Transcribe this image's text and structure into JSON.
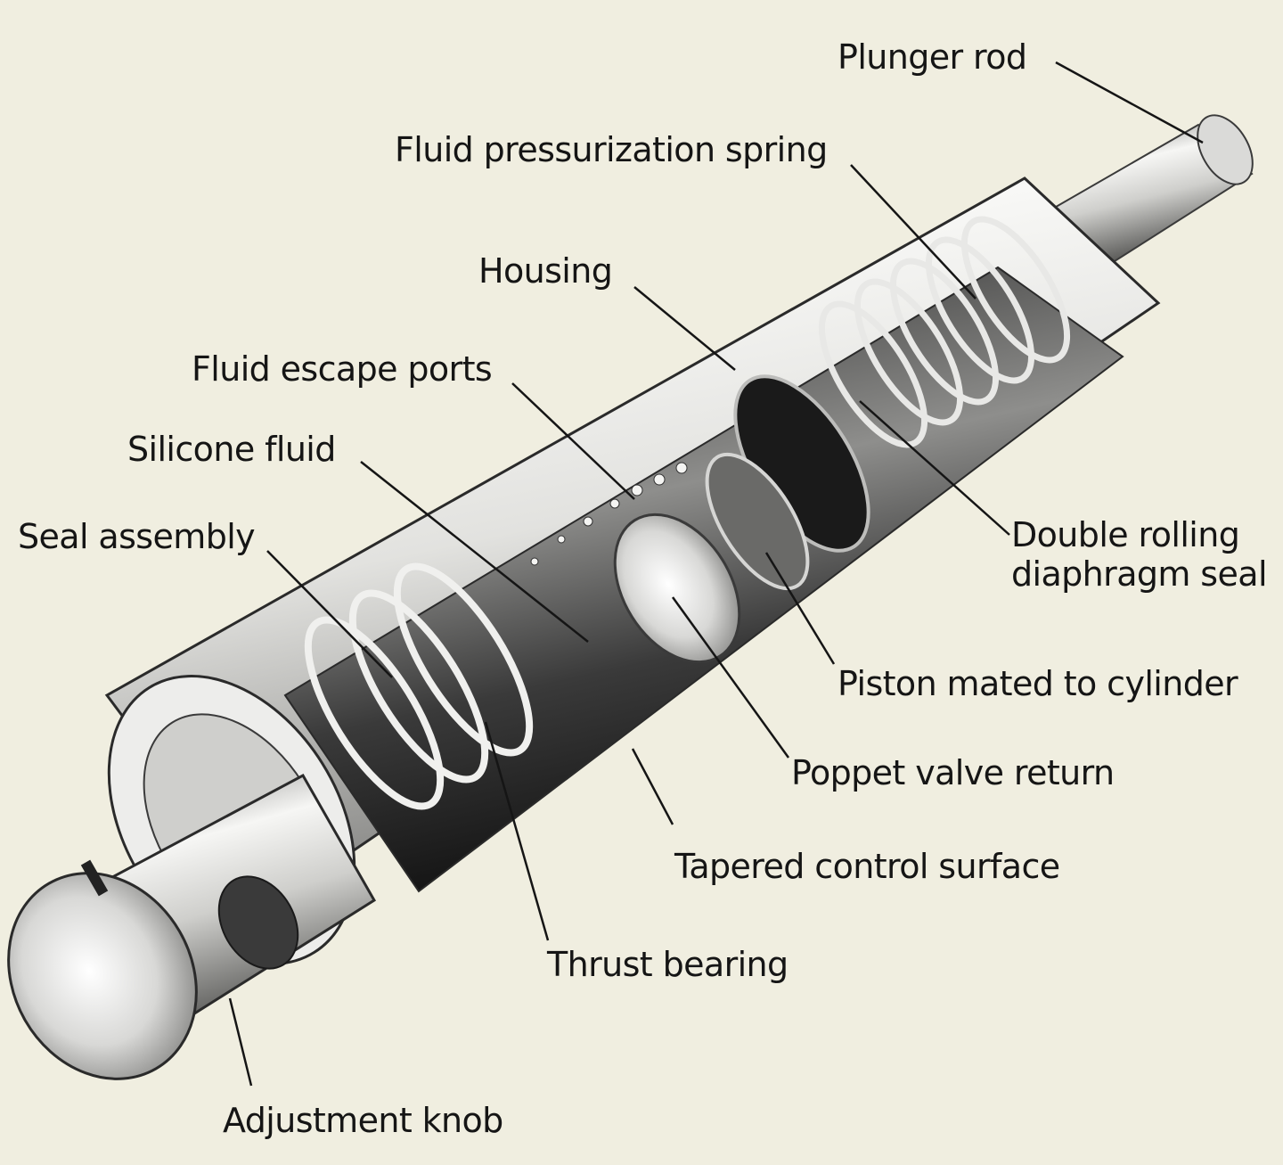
{
  "colors": {
    "background": "#F0EEE0",
    "metal_light": "#F4F4F2",
    "metal_mid": "#A8A8A6",
    "metal_dark": "#2A2A2A",
    "leader": "#151515"
  },
  "labels": {
    "plunger_rod": "Plunger rod",
    "fluid_pressurization_spring": "Fluid pressurization spring",
    "housing": "Housing",
    "fluid_escape_ports": "Fluid escape ports",
    "silicone_fluid": "Silicone fluid",
    "seal_assembly": "Seal assembly",
    "double_rolling_line1": "Double rolling",
    "double_rolling_line2": "diaphragm seal",
    "piston_mated": "Piston mated to cylinder",
    "poppet_valve": "Poppet valve return",
    "tapered_control": "Tapered control surface",
    "thrust_bearing": "Thrust bearing",
    "adjustment_knob": "Adjustment knob"
  }
}
